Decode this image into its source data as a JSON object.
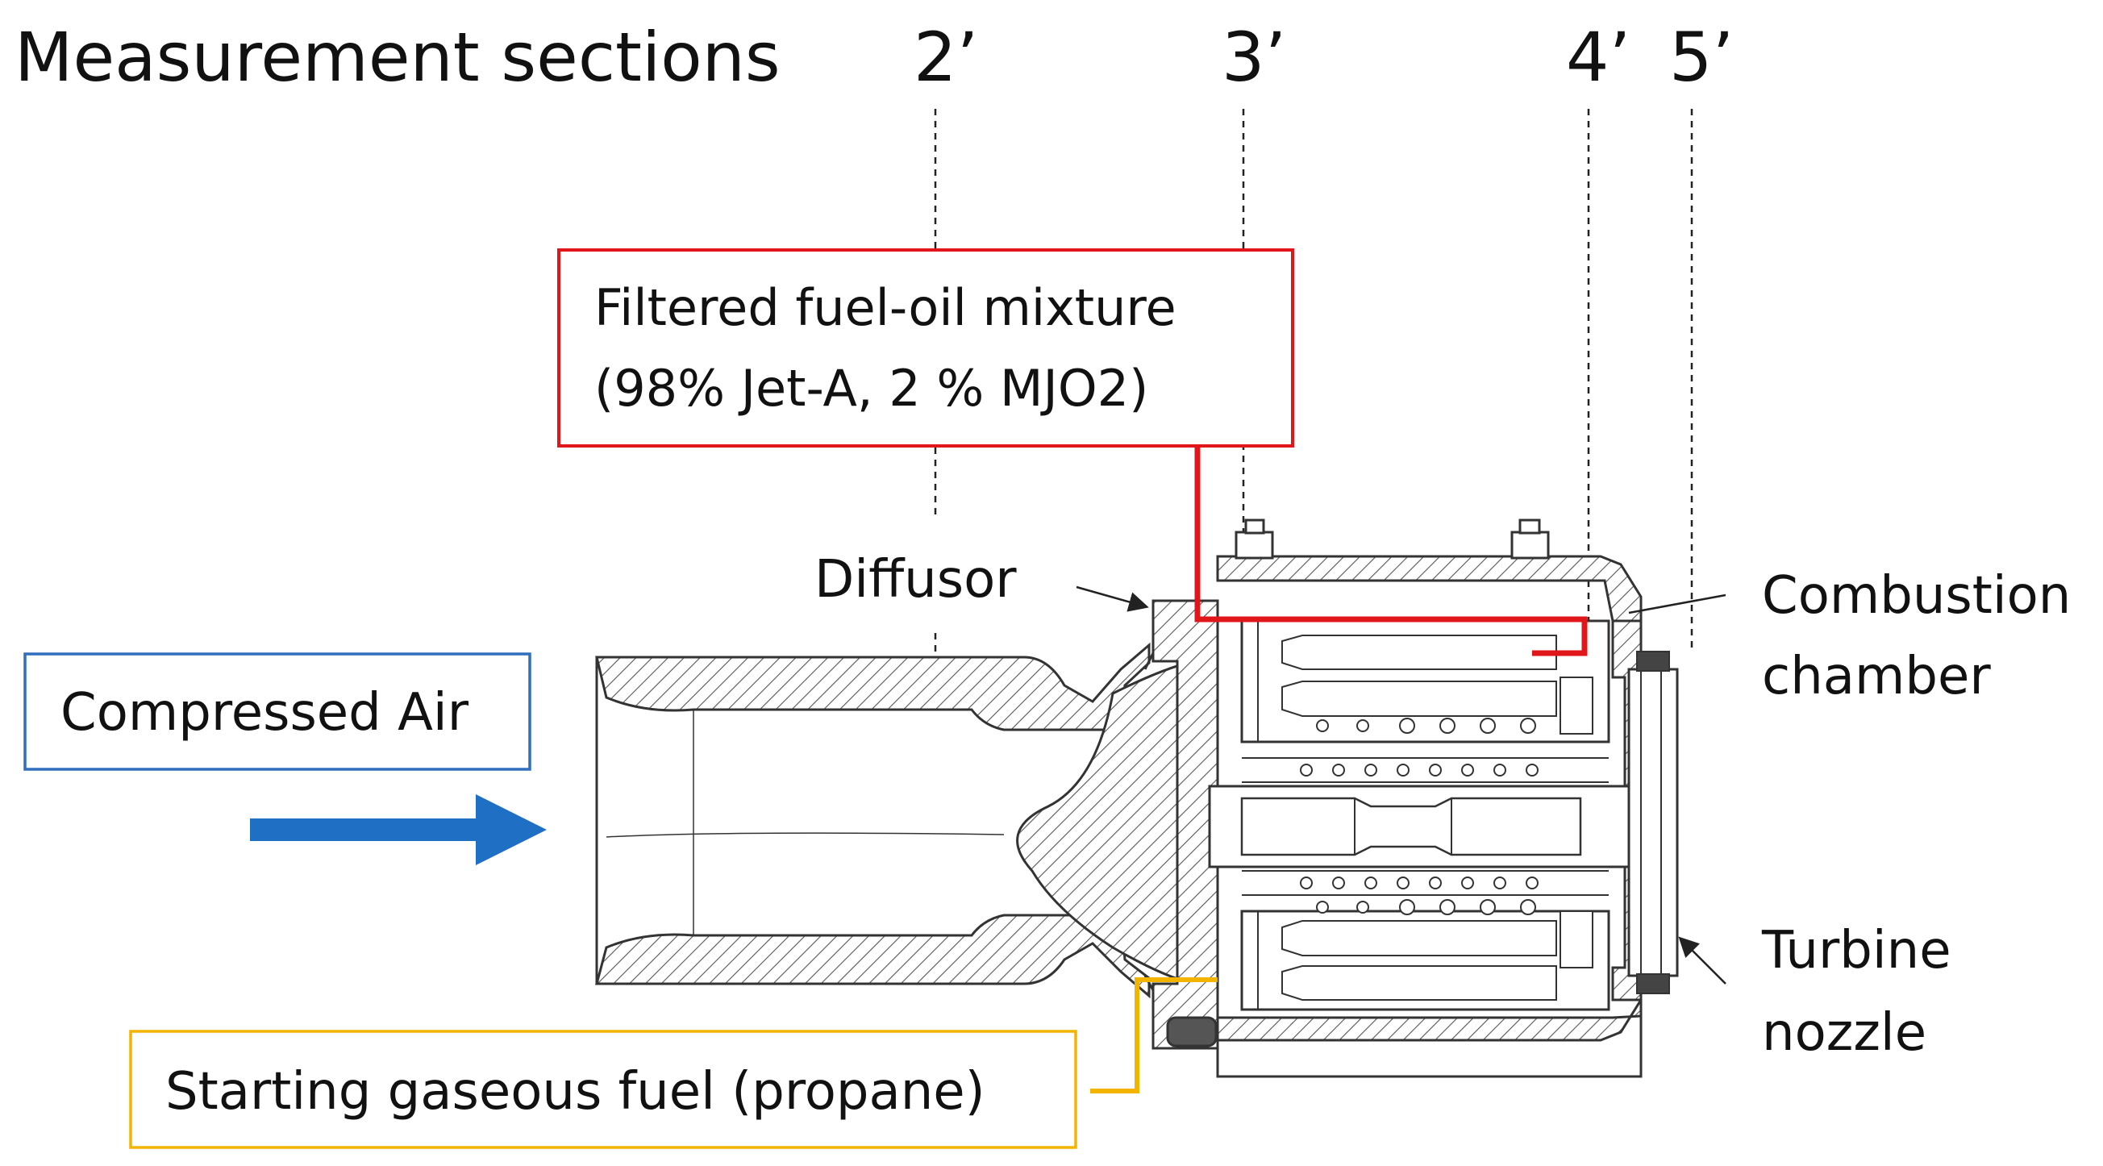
{
  "title": "Measurement sections",
  "sections": [
    "2’",
    "3’",
    "4’",
    "5’"
  ],
  "boxes": {
    "fuel_mixture": {
      "line1": "Filtered fuel-oil mixture",
      "line2": "(98% Jet-A, 2 % MJO2)",
      "color": "#e0161b"
    },
    "compressed_air": {
      "text": "Compressed Air",
      "color": "#2f6fbd"
    },
    "starting_fuel": {
      "text": "Starting gaseous fuel (propane)",
      "color": "#f2b400"
    }
  },
  "labels": {
    "diffusor": "Diffusor",
    "combustion_1": "Combustion",
    "combustion_2": "chamber",
    "turbine_1": "Turbine",
    "turbine_2": "nozzle"
  },
  "colors": {
    "air_arrow": "#1f6fc4",
    "drawing": "#333333",
    "hatch": "#555555"
  },
  "icons": [
    "arrow-right-icon"
  ]
}
